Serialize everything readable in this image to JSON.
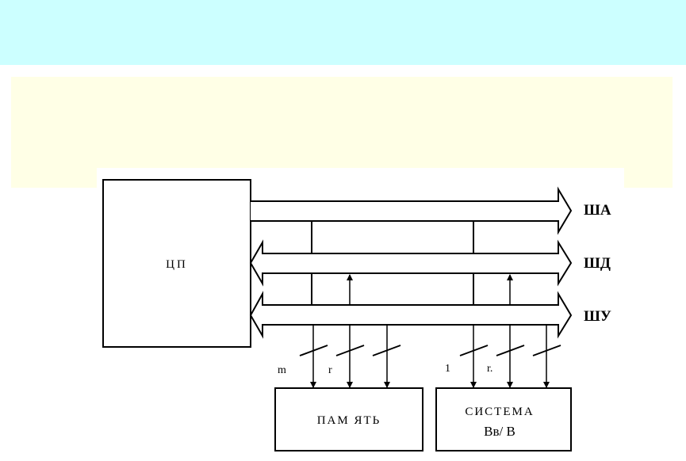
{
  "colors": {
    "top_band": "#ccffff",
    "panel": "#ffffe6",
    "line": "#000000"
  },
  "diagram": {
    "cpu_label": "ЦП",
    "buses": {
      "address": "ША",
      "data": "ШД",
      "control": "ШУ"
    },
    "memory": {
      "label": "ПАМ ЯТЬ",
      "tap_m": "m",
      "tap_r": "r"
    },
    "io": {
      "label_line1": "СИСТЕМА",
      "label_line2": "Вв/ В",
      "tap_1": "1",
      "tap_r": "r."
    }
  }
}
